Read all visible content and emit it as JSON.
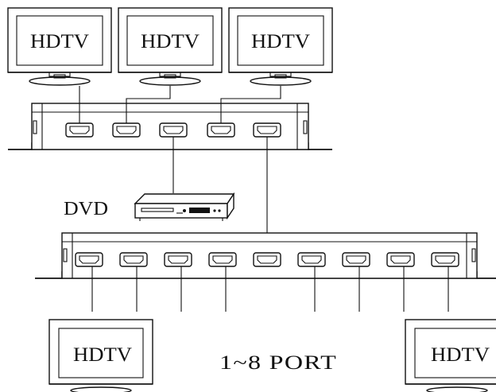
{
  "tv_label": "HDTV",
  "source_label": "DVD",
  "port_label": "1~8 PORT"
}
